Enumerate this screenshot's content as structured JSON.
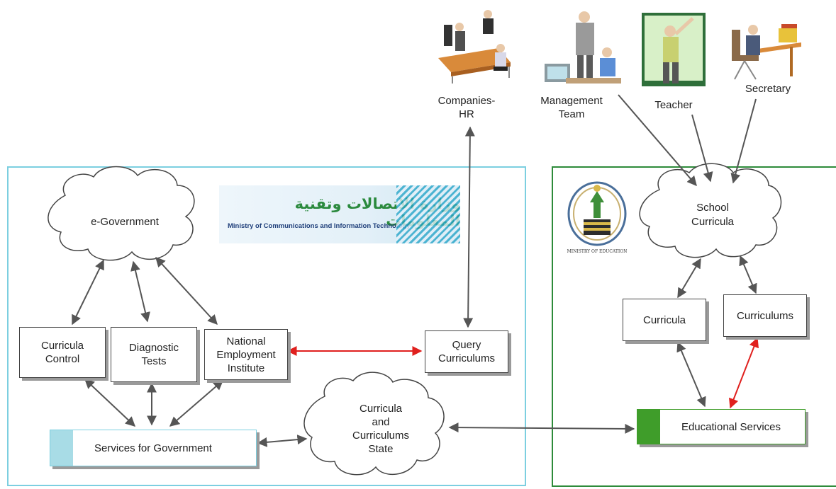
{
  "actors": {
    "companies_hr": "Companies-\nHR",
    "management_team": "Management\nTeam",
    "teacher": "Teacher",
    "secretary": "Secretary"
  },
  "clouds": {
    "e_government": "e-Government",
    "school_curricula": "School\nCurricula",
    "curricula_state": "Curricula\nand\nCurriculums\nState"
  },
  "boxes": {
    "curricula_control": "Curricula\nControl",
    "diagnostic_tests": "Diagnostic\nTests",
    "national_employment": "National\nEmployment\nInstitute",
    "query_curriculums": "Query\nCurriculums",
    "curricula": "Curricula",
    "curriculums": "Curriculums",
    "services_for_government": "Services for Government",
    "educational_services": "Educational Services"
  },
  "logos": {
    "moc_arabic": "وزارة الاتصالات وتقنية المعلومات",
    "moc_english": "Ministry of Communications and Information Technology",
    "moe_caption": "MINISTRY OF EDUCATION"
  },
  "colors": {
    "left_panel_border": "#7ccfe0",
    "right_panel_border": "#2e8b3a",
    "arrow_gray": "#555555",
    "arrow_red": "#e0201e",
    "svc_accent": "#a8dce6",
    "edu_accent": "#3f9d2a"
  }
}
